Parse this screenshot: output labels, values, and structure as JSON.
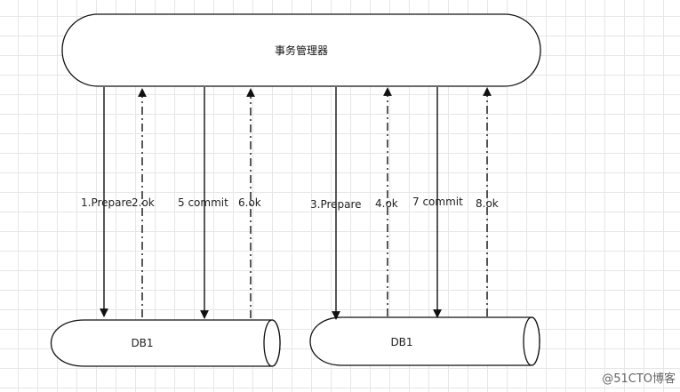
{
  "manager": {
    "title": "事务管理器"
  },
  "databases": [
    {
      "label": "DB1"
    },
    {
      "label": "DB1"
    }
  ],
  "arrows": [
    {
      "label": "1.Prepare",
      "direction": "down",
      "style": "solid"
    },
    {
      "label": "2.ok",
      "direction": "up",
      "style": "dash-dot"
    },
    {
      "label": "5 commit",
      "direction": "down",
      "style": "solid"
    },
    {
      "label": "6.ok",
      "direction": "up",
      "style": "dash-dot"
    },
    {
      "label": "3.Prepare",
      "direction": "down",
      "style": "solid"
    },
    {
      "label": "4.ok",
      "direction": "up",
      "style": "dash-dot"
    },
    {
      "label": "7 commit",
      "direction": "down",
      "style": "solid"
    },
    {
      "label": "8.ok",
      "direction": "up",
      "style": "dash-dot"
    }
  ],
  "watermark": "@51CTO博客"
}
